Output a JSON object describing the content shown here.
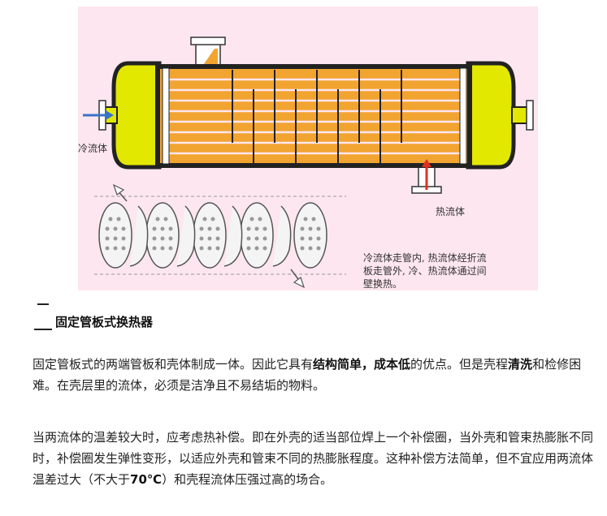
{
  "diagram": {
    "label_cold": "冷流体",
    "label_hot": "热流体",
    "note_lines": [
      "冷流体走管内, 热流体经折流",
      "板走管外, 冷、热流体通过间",
      "壁换热。"
    ]
  },
  "section": {
    "title": "固定管板式换热器"
  },
  "para1": {
    "t1": "固定管板式的两端管板和壳体制成一体。因此它具有",
    "b1": "结构简单，成本低",
    "t2": "的优点。但是壳程",
    "b2": "清洗",
    "t3": "和检修困难。在壳层里的流体，必须是洁净且不易结垢的物料。"
  },
  "para2": {
    "t1": "当两流体的温差较大时，应考虑热补偿。即在外壳的适当部位焊上一个补偿圈，当外壳和管束热膨胀不同时，补偿圈发生弹性变形，以适应外壳和管束不同的热膨胀程度。这种补偿方法简单，但不宜应用两流体温差过大（不大于",
    "b1": "70℃",
    "t2": "）和壳程流体压强过高的场合。"
  }
}
